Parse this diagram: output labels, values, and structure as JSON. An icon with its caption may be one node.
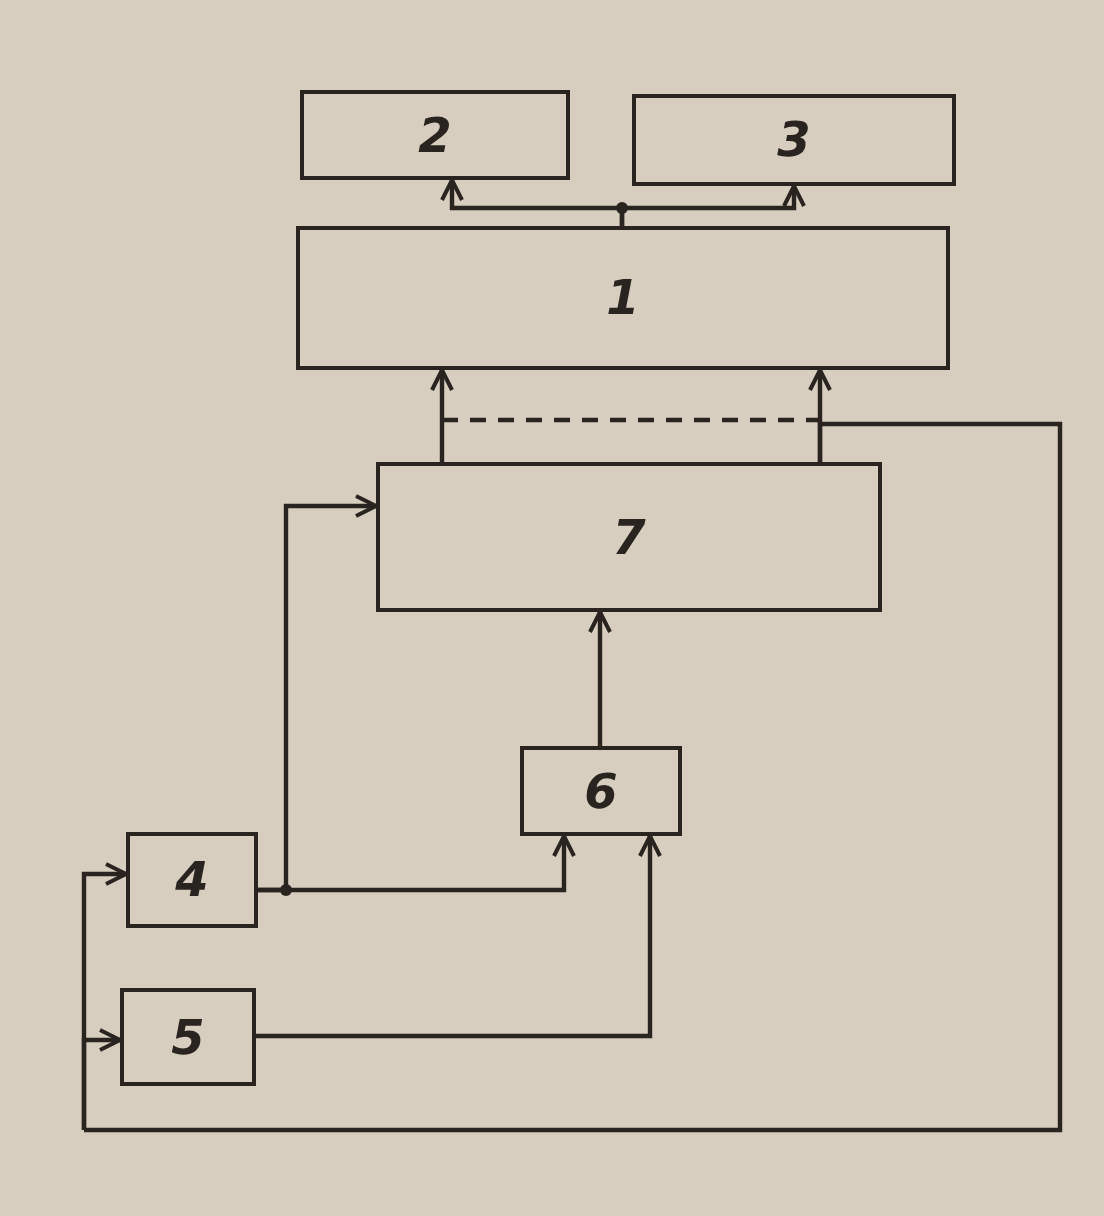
{
  "diagram": {
    "nodes": [
      {
        "text": [
          "2"
        ]
      },
      {
        "text": [
          "3"
        ]
      },
      {
        "text": [
          "1"
        ]
      },
      {
        "text": [
          "7"
        ]
      },
      {
        "text": [
          "6"
        ]
      },
      {
        "text": [
          "4"
        ]
      },
      {
        "text": [
          "5"
        ]
      }
    ],
    "edges": [
      {
        "from": 2,
        "to": 0,
        "arrow": "to"
      },
      {
        "from": 2,
        "to": 1,
        "arrow": "to"
      },
      {
        "from": 3,
        "to": 2,
        "arrow": "to"
      },
      {
        "from": 3,
        "to": 2,
        "arrow": "to"
      },
      {
        "from": 5,
        "to": 3,
        "arrow": "to"
      },
      {
        "from": 5,
        "to": 4,
        "arrow": "to"
      },
      {
        "from": 6,
        "to": 4,
        "arrow": "to"
      },
      {
        "from": 4,
        "to": 3,
        "arrow": "to"
      },
      {
        "from": 3,
        "to": 5,
        "arrow": "to"
      },
      {
        "from": 3,
        "to": 6,
        "arrow": "to"
      }
    ]
  }
}
